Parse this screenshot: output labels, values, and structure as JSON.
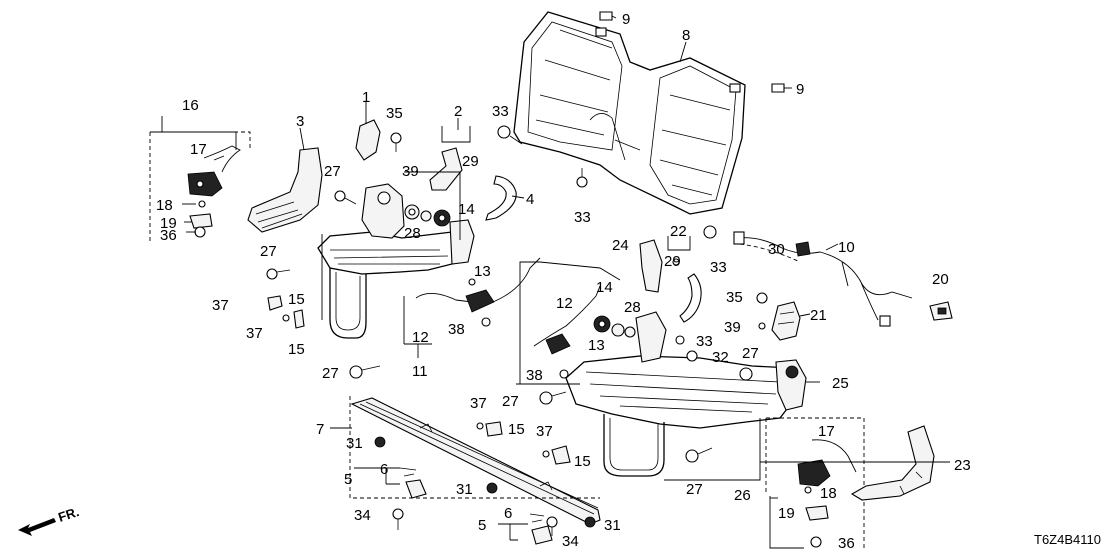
{
  "diagram": {
    "diagram_code": "T6Z4B4110",
    "front_marker": "FR.",
    "callouts": {
      "c1": "1",
      "c2": "2",
      "c3": "3",
      "c4": "4",
      "c5a": "5",
      "c5b": "5",
      "c6a": "6",
      "c6b": "6",
      "c7": "7",
      "c8": "8",
      "c9a": "9",
      "c9b": "9",
      "c10": "10",
      "c11": "11",
      "c12a": "12",
      "c12b": "12",
      "c13a": "13",
      "c13b": "13",
      "c14a": "14",
      "c14b": "14",
      "c15a": "15",
      "c15b": "15",
      "c15c": "15",
      "c15d": "15",
      "c16": "16",
      "c17a": "17",
      "c17b": "17",
      "c18a": "18",
      "c18b": "18",
      "c19a": "19",
      "c19b": "19",
      "c20": "20",
      "c21": "21",
      "c22": "22",
      "c23": "23",
      "c24": "24",
      "c25": "25",
      "c26": "26",
      "c27a": "27",
      "c27b": "27",
      "c27c": "27",
      "c27d": "27",
      "c27e": "27",
      "c27f": "27",
      "c28a": "28",
      "c28b": "28",
      "c29a": "29",
      "c29b": "29",
      "c30": "30",
      "c31a": "31",
      "c31b": "31",
      "c31c": "31",
      "c32": "32",
      "c33a": "33",
      "c33b": "33",
      "c33c": "33",
      "c33d": "33",
      "c34a": "34",
      "c34b": "34",
      "c35a": "35",
      "c35b": "35",
      "c36a": "36",
      "c36b": "36",
      "c37a": "37",
      "c37b": "37",
      "c37c": "37",
      "c37d": "37",
      "c38a": "38",
      "c38b": "38",
      "c39a": "39",
      "c39b": "39"
    }
  }
}
